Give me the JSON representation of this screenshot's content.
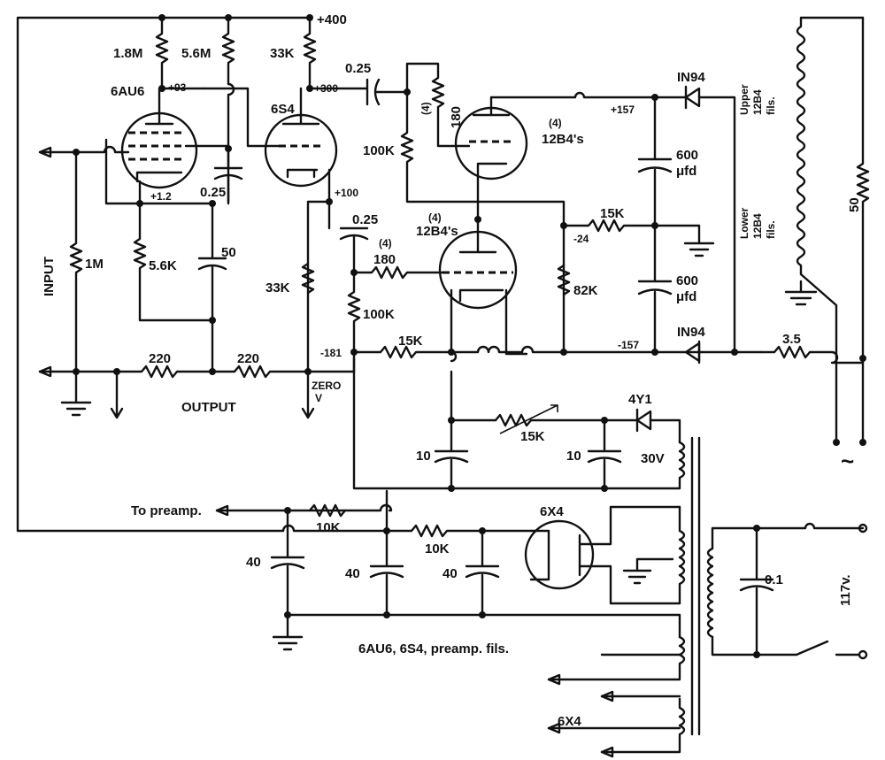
{
  "tubes": {
    "v1": "6AU6",
    "v2": "6S4",
    "v3_count": "(4)",
    "v3": "12B4's",
    "v4_count": "(4)",
    "v4": "12B4's",
    "rect": "6X4"
  },
  "resistors": {
    "r_1_8m": "1.8M",
    "r_5_6m": "5.6M",
    "r_33k_top": "33K",
    "r_1m": "1M",
    "r_5_6k": "5.6K",
    "r_220a": "220",
    "r_220b": "220",
    "r_33k_low": "33K",
    "r_180_count": "(4)",
    "r_180_mid": "180",
    "r_100k_grid": "100K",
    "r_180_top_count": "(4)",
    "r_180_top": "180",
    "r_100k_left": "100K",
    "r_15k_bias": "15K",
    "r_15k_mid": "15K",
    "r_82k": "82K",
    "r_15k_var": "15K",
    "r_10k_a": "10K",
    "r_10k_b": "10K",
    "r_3_5": "3.5",
    "r_50": "50"
  },
  "capacitors": {
    "c_0_25_top": "0.25",
    "c_0_25_cath": "0.25",
    "c_50": "50",
    "c_0_25_low": "0.25",
    "c_600_top": "600",
    "c_600_top_unit": "μfd",
    "c_600_bot": "600",
    "c_600_bot_unit": "μfd",
    "c_10a": "10",
    "c_10b": "10",
    "c_40a": "40",
    "c_40b": "40",
    "c_40c": "40",
    "c_0_1": "0.1"
  },
  "diodes": {
    "d_top": "IN94",
    "d_bot": "IN94",
    "d_4y1": "4Y1"
  },
  "voltages": {
    "v_400": "+400",
    "v_93": "+93",
    "v_300": "+300",
    "v_157p": "+157",
    "v_1_2": "+1.2",
    "v_100": "+100",
    "v_24": "-24",
    "v_181": "-181",
    "v_157n": "-157",
    "zero_line1": "ZERO",
    "zero_line2": "V",
    "v_30": "30V",
    "v_117": "117v."
  },
  "labels": {
    "input": "INPUT",
    "output": "OUTPUT",
    "to_preamp": "To preamp.",
    "fils_label": "6AU6, 6S4, preamp. fils.",
    "fils_6x4": "6X4",
    "upper_fils_1": "Upper",
    "upper_fils_2": "12B4",
    "upper_fils_3": "fils.",
    "lower_fils_1": "Lower",
    "lower_fils_2": "12B4",
    "lower_fils_3": "fils.",
    "ac_symbol": "~"
  }
}
